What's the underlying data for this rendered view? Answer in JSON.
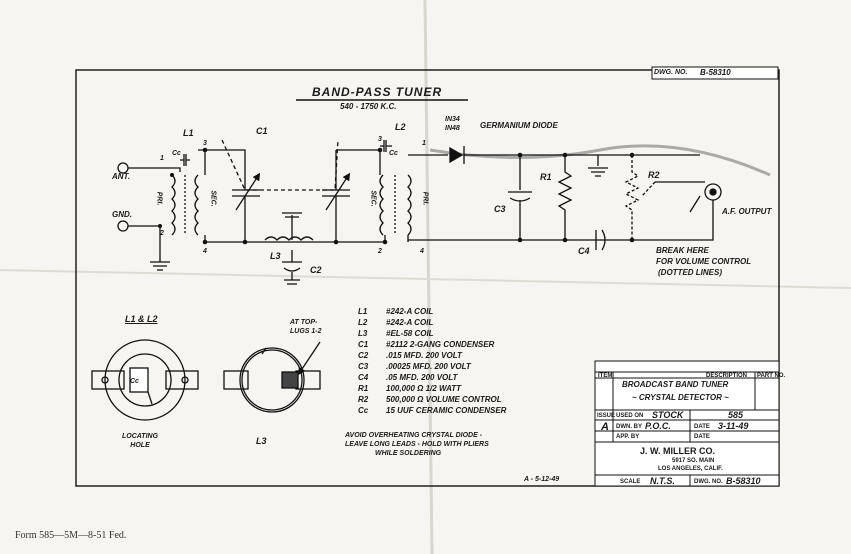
{
  "drawing": {
    "dwg_no_label": "DWG. NO.",
    "dwg_no": "B-58310",
    "title": "BAND-PASS TUNER",
    "freq_range": "540 - 1750 K.C.",
    "diode_types": "IN34\nIN48",
    "diode_label": "GERMANIUM DIODE",
    "ant_label": "ANT.",
    "gnd_label": "GND.",
    "af_output_label": "A.F. OUTPUT",
    "break_here": "BREAK HERE",
    "for_volume": "FOR VOLUME CONTROL",
    "dotted_lines": "(DOTTED LINES)",
    "component_labels": {
      "L1": "L1",
      "L2": "L2",
      "L3": "L3",
      "C1": "C1",
      "C2": "C2",
      "C3": "C3",
      "C4": "C4",
      "R1": "R1",
      "R2": "R2",
      "Cc": "Cc",
      "pri1": "PRI.",
      "sec1": "SEC.",
      "sec2": "SEC.",
      "pri2": "PRI."
    },
    "pin_numbers": [
      "1",
      "2",
      "3",
      "4",
      "2",
      "1",
      "3",
      "4"
    ],
    "coil_bottom_title": "L1 & L2",
    "locating_hole": "LOCATING\nHOLE",
    "at_top_lugs": "AT TOP-\nLUGS 1-2",
    "l3_label": "L3",
    "cc_label": "Cc",
    "warning_line1": "AVOID OVERHEATING CRYSTAL DIODE -",
    "warning_line2": "LEAVE LONG LEADS - HOLD WITH PLIERS",
    "warning_line3": "WHILE SOLDERING",
    "revision": "A - 5-12-49"
  },
  "parts_list": [
    {
      "sym": "L1",
      "desc": "#242-A   COIL"
    },
    {
      "sym": "L2",
      "desc": "#242-A   COIL"
    },
    {
      "sym": "L3",
      "desc": "#EL-58   COIL"
    },
    {
      "sym": "C1",
      "desc": "#2112  2-GANG CONDENSER"
    },
    {
      "sym": "C2",
      "desc": ".015 MFD.   200 VOLT"
    },
    {
      "sym": "C3",
      "desc": ".00025 MFD.  200 VOLT"
    },
    {
      "sym": "C4",
      "desc": ".05 MFD.   200 VOLT"
    },
    {
      "sym": "R1",
      "desc": "100,000 Ω   1/2  WATT"
    },
    {
      "sym": "R2",
      "desc": "500,000 Ω  VOLUME CONTROL"
    },
    {
      "sym": "Cc",
      "desc": "15 UUF  CERAMIC CONDENSER"
    }
  ],
  "title_block": {
    "item_label": "ITEM",
    "description_label": "DESCRIPTION",
    "part_no_label": "PART NO.",
    "description_line1": "BROADCAST BAND TUNER",
    "description_line2": "~ CRYSTAL DETECTOR ~",
    "issue_label": "ISSUE",
    "used_on_label": "USED ON",
    "used_on": "STOCK",
    "used_on_code": "585",
    "issue": "A",
    "dwn_by_label": "DWN. BY",
    "dwn_by": "P.O.C.",
    "date_label": "DATE",
    "date": "3-11-49",
    "app_by_label": "APP. BY",
    "date_label2": "DATE",
    "company": "J. W. MILLER CO.",
    "address1": "5917 SO. MAIN",
    "address2": "LOS ANGELES, CALIF.",
    "scale_label": "SCALE",
    "scale": "N.T.S.",
    "dwg_no_label": "DWG. NO.",
    "dwg_no": "B-58310"
  },
  "footer": {
    "form_text": "Form 585—5M—8-51 Fed."
  }
}
